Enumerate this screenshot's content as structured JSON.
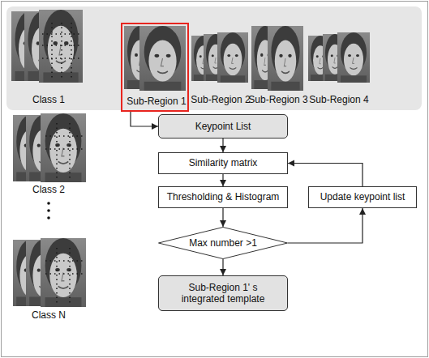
{
  "diagram": {
    "nodes": [
      {
        "text": [
          "Class 1",
          "Sub-Region 2",
          "Sub-Region 3",
          "Sub-Region 4"
        ]
      },
      {
        "text": [
          "Sub-Region 1"
        ],
        "in": 0
      },
      {
        "text": [
          "Keypoint List"
        ]
      },
      {
        "text": [
          "Similarity matrix"
        ]
      },
      {
        "text": [
          "Thresholding & Histogram"
        ]
      },
      {
        "text": [
          "Update keypoint list"
        ]
      },
      {
        "text": [
          "Max number >1"
        ]
      },
      {
        "text": [
          "Sub-Region 1' s integrated template"
        ]
      }
    ],
    "edges": [
      {
        "from": 1,
        "to": 2,
        "arrow": "to"
      },
      {
        "from": 2,
        "to": 3,
        "arrow": "to"
      },
      {
        "from": 3,
        "to": 4,
        "arrow": "to"
      },
      {
        "from": 4,
        "to": 6,
        "arrow": "to"
      },
      {
        "from": 6,
        "to": 7,
        "arrow": "to"
      },
      {
        "from": 6,
        "to": 5,
        "arrow": "to"
      },
      {
        "from": 5,
        "to": 3,
        "arrow": "to"
      }
    ],
    "labels": [
      "Class 2",
      "Class N"
    ]
  }
}
